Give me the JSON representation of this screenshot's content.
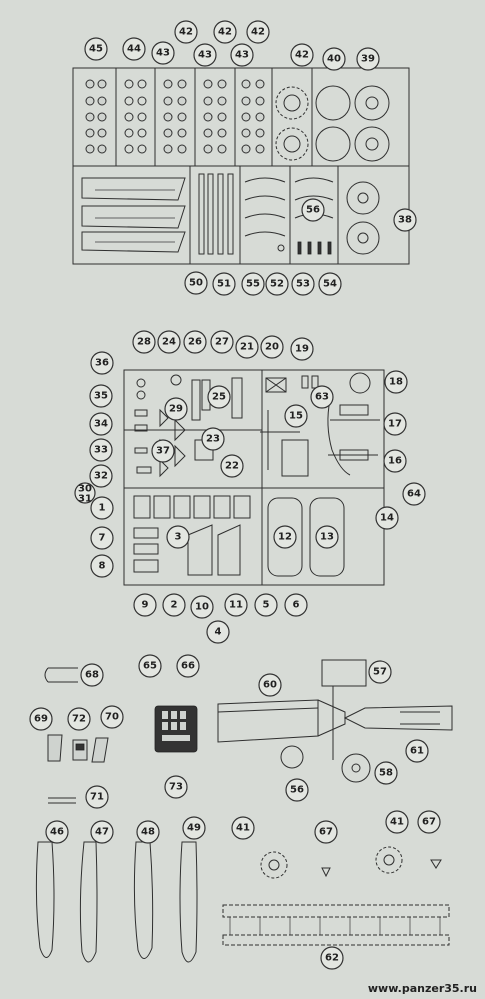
{
  "labels": [
    "45",
    "44",
    "43",
    "42",
    "42",
    "43",
    "42",
    "43",
    "42",
    "40",
    "39",
    "38",
    "50",
    "51",
    "55",
    "52",
    "53",
    "54",
    "56",
    "28",
    "24",
    "26",
    "27",
    "21",
    "20",
    "19",
    "36",
    "35",
    "25",
    "29",
    "18",
    "63",
    "15",
    "17",
    "34",
    "23",
    "33",
    "37",
    "22",
    "32",
    "16",
    "30",
    "31",
    "64",
    "1",
    "14",
    "12",
    "13",
    "3",
    "7",
    "8",
    "9",
    "2",
    "10",
    "4",
    "11",
    "5",
    "6",
    "68",
    "65",
    "66",
    "57",
    "60",
    "69",
    "72",
    "70",
    "61",
    "73",
    "56",
    "58",
    "71",
    "41",
    "67",
    "41",
    "67",
    "46",
    "47",
    "48",
    "49",
    "62"
  ],
  "watermark": "www.panzer35.ru"
}
